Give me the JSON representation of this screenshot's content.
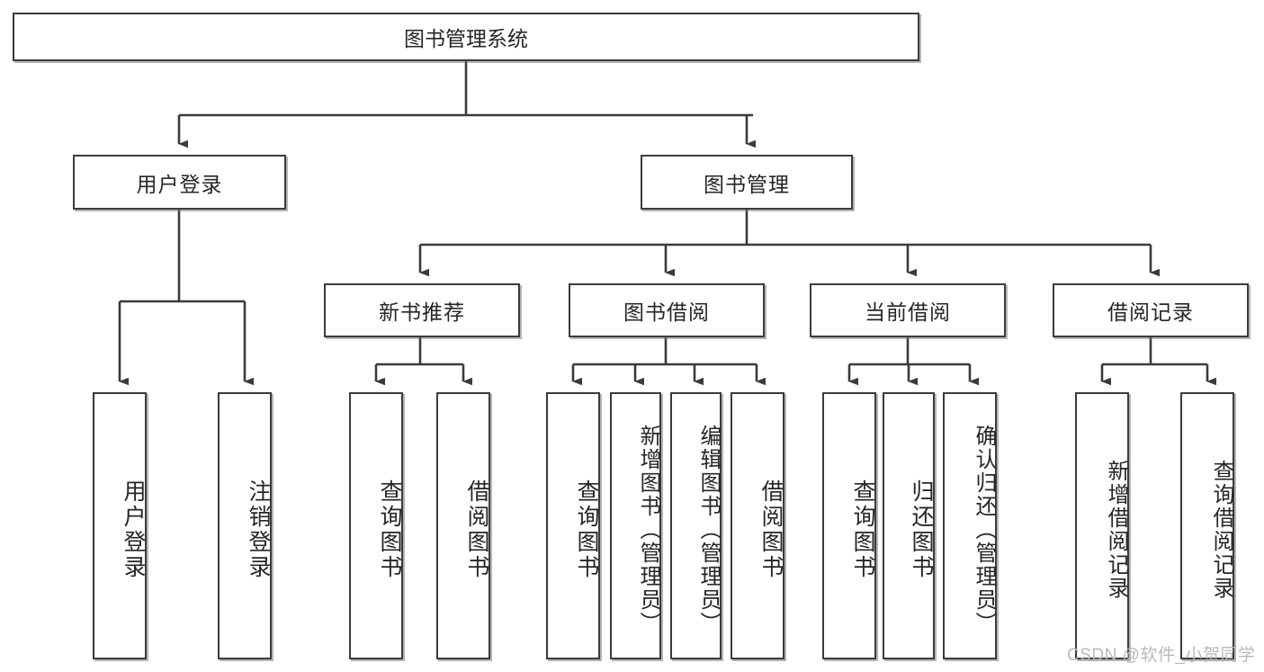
{
  "diagram": {
    "title": "图书管理系统",
    "type": "tree-hierarchy-diagram",
    "watermark": "CSDN @软件_小贺同学",
    "colors": {
      "box_border": "#3b3b3b",
      "box_fill": "#ffffff",
      "connector": "#3b3b3b",
      "text": "#262626",
      "watermark": "#b9b9b9"
    },
    "root": {
      "label": "图书管理系统"
    },
    "level2": [
      {
        "label": "用户登录"
      },
      {
        "label": "图书管理"
      }
    ],
    "level3": [
      {
        "label": "新书推荐"
      },
      {
        "label": "图书借阅"
      },
      {
        "label": "当前借阅"
      },
      {
        "label": "借阅记录"
      }
    ],
    "leaves": {
      "user_login": [
        {
          "label": "用户登录"
        },
        {
          "label": "注销登录"
        }
      ],
      "new_book_recommend": [
        {
          "label": "查询图书"
        },
        {
          "label": "借阅图书"
        }
      ],
      "book_borrow": [
        {
          "label": "查询图书"
        },
        {
          "label": "新增图书（管理员）"
        },
        {
          "label": "编辑图书（管理员）"
        },
        {
          "label": "借阅图书"
        }
      ],
      "current_borrow": [
        {
          "label": "查询图书"
        },
        {
          "label": "归还图书"
        },
        {
          "label": "确认归还（管理员）"
        }
      ],
      "borrow_record": [
        {
          "label": "新增借阅记录"
        },
        {
          "label": "查询借阅记录"
        }
      ]
    }
  }
}
